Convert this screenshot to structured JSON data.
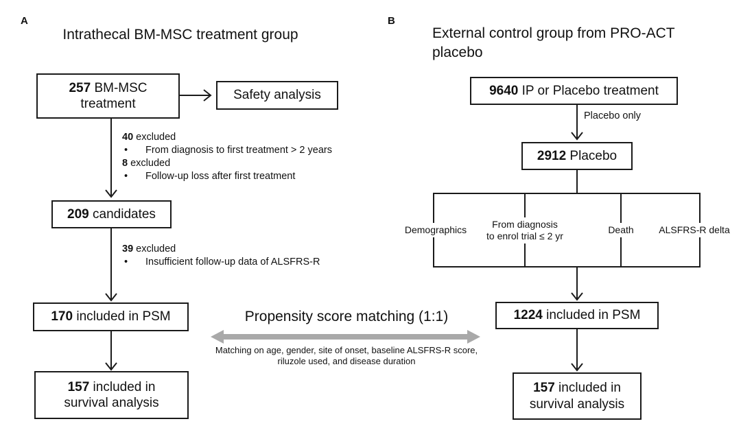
{
  "colors": {
    "line": "#1a1a1a",
    "match_arrow": "#a9a9a9",
    "text": "#111111",
    "background": "#ffffff"
  },
  "panel_a": {
    "label": "A",
    "title": "Intrathecal BM-MSC treatment group",
    "boxes": {
      "treatment": {
        "count": "257",
        "text": " BM-MSC\ntreatment"
      },
      "safety": {
        "text": "Safety analysis"
      },
      "candidates": {
        "count": "209",
        "text": " candidates"
      },
      "psm": {
        "count": "170",
        "text": " included in PSM"
      },
      "survival": {
        "count": "157",
        "text": " included in\nsurvival analysis"
      }
    },
    "exclusions_1": [
      {
        "count": "40",
        "label": " excluded",
        "bullet": "From diagnosis to first treatment > 2 years"
      },
      {
        "count": "8",
        "label": " excluded",
        "bullet": "Follow-up loss after first treatment"
      }
    ],
    "exclusions_2": [
      {
        "count": "39",
        "label": " excluded",
        "bullet": "Insufficient follow-up data of ALSFRS-R"
      }
    ]
  },
  "center": {
    "psm_title": "Propensity score matching (1:1)",
    "matching_note": "Matching on age, gender, site of onset, baseline ALSFRS-R score,\nriluzole used, and disease duration"
  },
  "panel_b": {
    "label": "B",
    "title": "External control group from PRO-ACT\nplacebo",
    "boxes": {
      "ip_placebo": {
        "count": "9640",
        "text": " IP or Placebo treatment"
      },
      "placebo": {
        "count": "2912",
        "text": " Placebo"
      },
      "psm": {
        "count": "1224",
        "text": " included in PSM"
      },
      "survival": {
        "count": "157",
        "text": " included in\nsurvival analysis"
      }
    },
    "placebo_only_label": "Placebo only",
    "criteria": [
      "Demographics",
      "From diagnosis\nto enrol trial ≤ 2 yr",
      "Death",
      "ALSFRS-R delta"
    ]
  }
}
